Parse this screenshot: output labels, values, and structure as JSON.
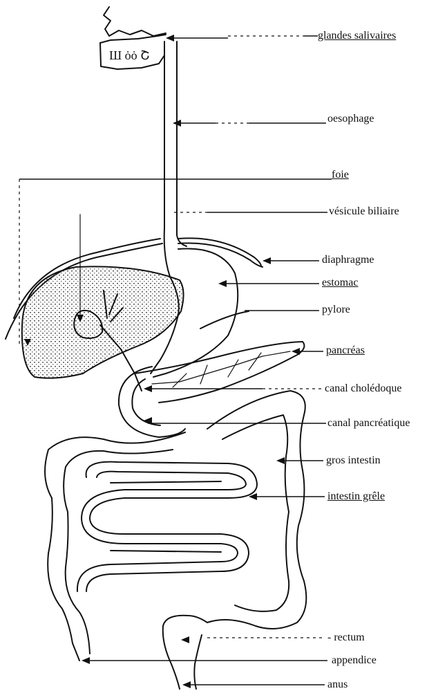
{
  "labels": {
    "glandes_salivaires": "glandes salivaires",
    "oesophage": "oesophage",
    "foie": "foie",
    "vesicule_biliaire": "vésicule biliaire",
    "diaphragme": "diaphragme",
    "estomac": "estomac",
    "pylore": "pylore",
    "pancreas": "pancréas",
    "canal_choledoque": "canal cholédoque",
    "canal_pancreatique": "canal pancréatique",
    "gros_intestin": "gros intestin",
    "intestin_grele": "intestin grêle",
    "rectum": "rectum",
    "appendice": "appendice",
    "anus": "anus"
  },
  "colors": {
    "ink": "#111111",
    "background": "#ffffff"
  }
}
